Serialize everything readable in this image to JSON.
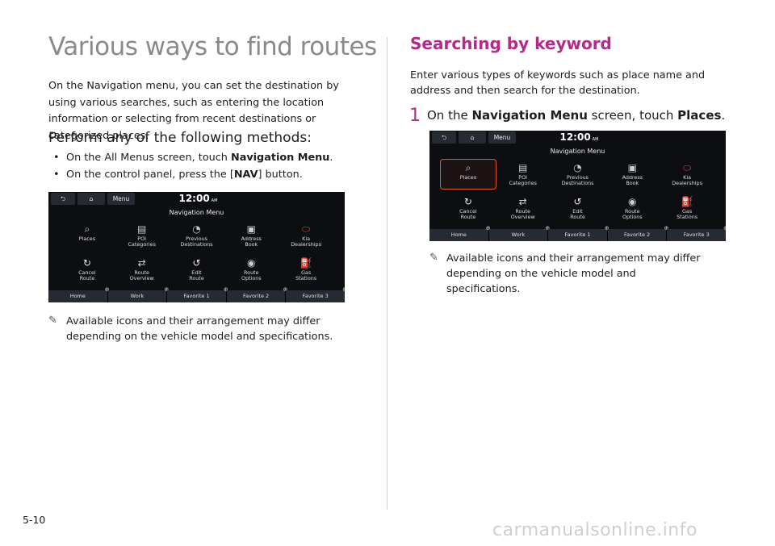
{
  "left": {
    "heading": "Various ways to find routes",
    "intro": "On the Navigation menu, you can set the destination by using various searches, such as entering the location information or selecting from recent destinations or categorized places.",
    "subheading": "Perform any of the following methods:",
    "bullet1_pre": "On the All Menus screen, touch ",
    "bullet1_bold": "Navigation Menu",
    "bullet1_post": ".",
    "bullet2_pre": "On the control panel, press the [",
    "bullet2_bold": "NAV",
    "bullet2_post": "] button.",
    "note": "Available icons and their arrangement may differ depending on the vehicle model and specifications."
  },
  "right": {
    "heading": "Searching by keyword",
    "intro": "Enter various types of keywords such as place name and address and then search for the destination.",
    "step_number": "1",
    "step_pre": "On the ",
    "step_bold1": "Navigation Menu",
    "step_mid": " screen, touch ",
    "step_bold2": "Places",
    "step_post": ".",
    "note": "Available icons and their arrangement may differ depending on the vehicle model and specifications."
  },
  "screen": {
    "menu_label": "Menu",
    "time": "12:00",
    "ampm": "AM",
    "title": "Navigation Menu",
    "items": [
      {
        "label1": "Places",
        "label2": "",
        "icon": "magnifier-pin-icon"
      },
      {
        "label1": "POI",
        "label2": "Categories",
        "icon": "poi-categories-icon"
      },
      {
        "label1": "Previous",
        "label2": "Destinations",
        "icon": "folder-clock-icon"
      },
      {
        "label1": "Address",
        "label2": "Book",
        "icon": "address-book-icon"
      },
      {
        "label1": "Kia",
        "label2": "Dealerships",
        "icon": "kia-logo-icon"
      },
      {
        "label1": "Cancel",
        "label2": "Route",
        "icon": "cancel-route-icon"
      },
      {
        "label1": "Route",
        "label2": "Overview",
        "icon": "route-overview-icon"
      },
      {
        "label1": "Edit",
        "label2": "Route",
        "icon": "edit-route-icon"
      },
      {
        "label1": "Route",
        "label2": "Options",
        "icon": "route-options-icon"
      },
      {
        "label1": "Gas",
        "label2": "Stations",
        "icon": "gas-station-icon"
      }
    ],
    "favorites": [
      "Home",
      "Work",
      "Favorite 1",
      "Favorite 2",
      "Favorite 3"
    ]
  },
  "page_number": "5-10",
  "watermark": "carmanualsonline.info",
  "colors": {
    "accent": "#b22a8a",
    "heading_gray": "#8a8a8a",
    "selection": "#e4572e"
  }
}
